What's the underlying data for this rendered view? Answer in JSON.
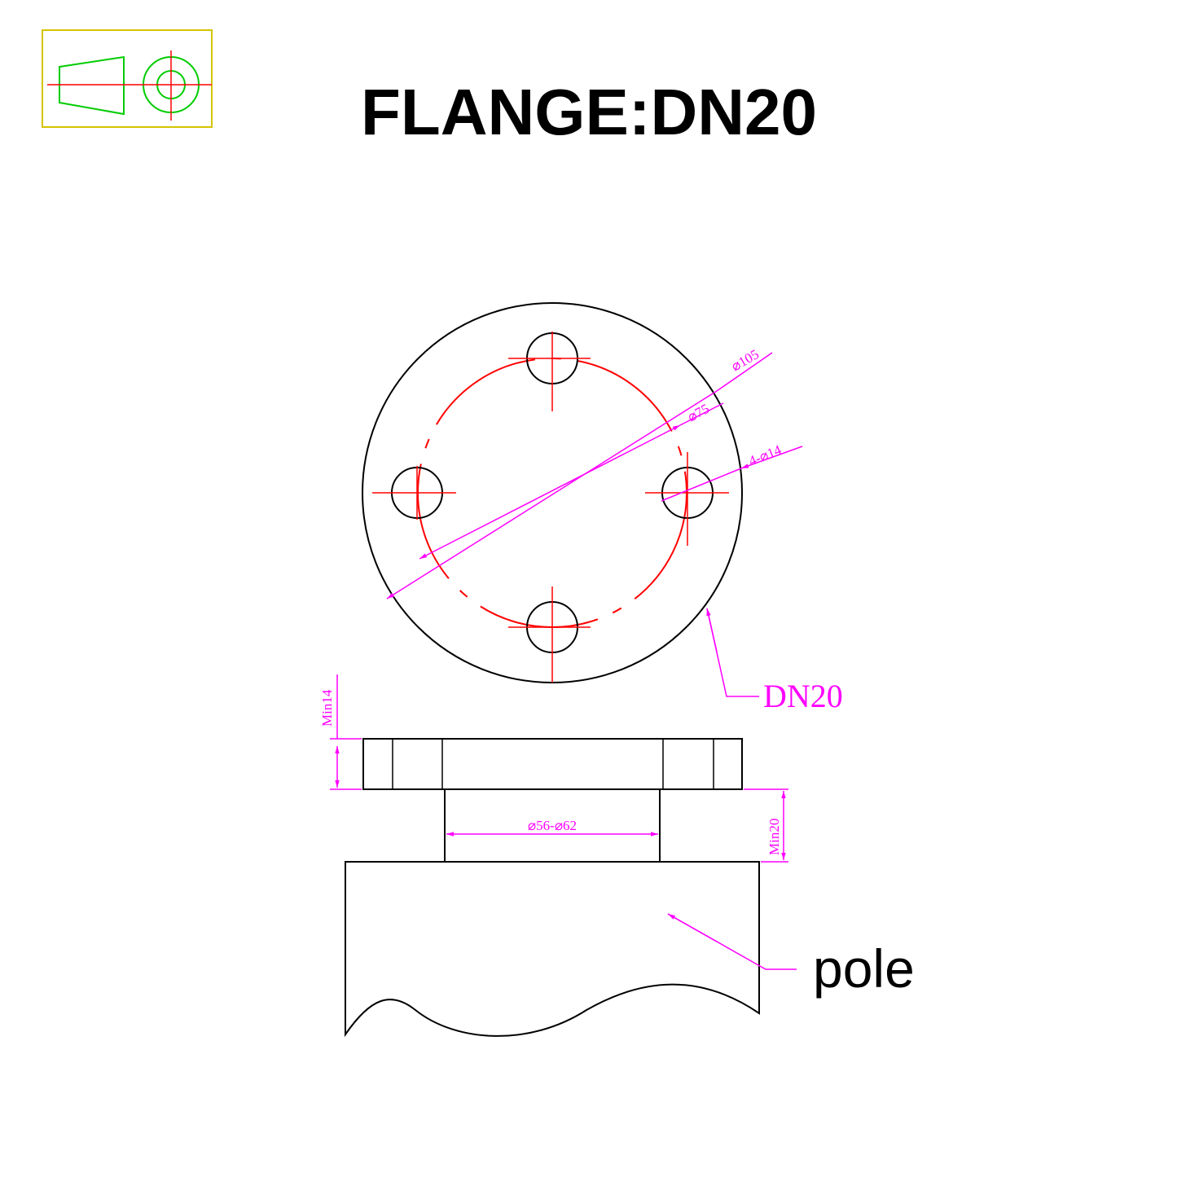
{
  "title": "FLANGE:DN20",
  "colors": {
    "outline": "#000000",
    "centerline": "#ff0000",
    "dimension": "#ff00ff",
    "projection_frame": "#d4c400",
    "projection_shape": "#00cc00"
  },
  "icons": {
    "projection_symbol": "third-angle-projection-icon"
  },
  "top_view": {
    "outer_diameter_label": "⌀105",
    "bolt_circle_label": "⌀75",
    "bolt_holes_label": "4-⌀14",
    "size_label": "DN20"
  },
  "side_view": {
    "flange_thickness_label": "Min14",
    "neck_height_label": "Min20",
    "neck_diameter_label": "⌀56-⌀62",
    "pole_label": "pole"
  }
}
